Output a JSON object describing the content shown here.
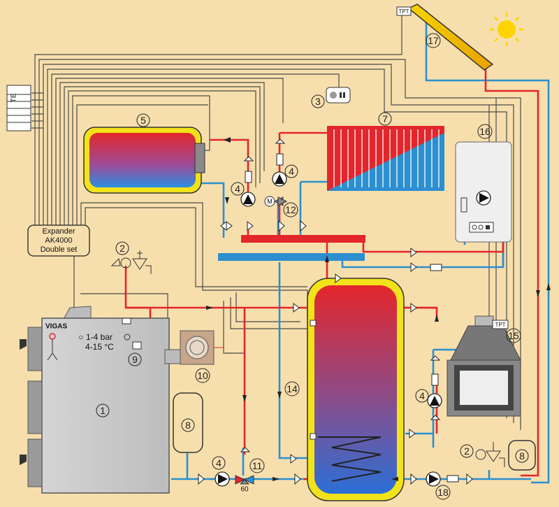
{
  "expander": {
    "line1": "Expander",
    "line2": "AK4000",
    "line3": "Double set"
  },
  "boiler": {
    "brand": "VIGAS",
    "pressure": "1-4 bar",
    "temp": "4-15 °C"
  },
  "sensor_labels": {
    "te": "TE",
    "tpt": "TPT"
  },
  "valve_label": "60",
  "motor_label": "M",
  "callouts": {
    "boiler": "1",
    "safety_group": "2",
    "room_unit": "3",
    "pump": "4",
    "dhw_tank": "5",
    "radiator": "7",
    "expansion_vessel": "8",
    "safety_valve": "9",
    "burner": "10",
    "thermostatic_valve": "11",
    "mixing_valve": "12",
    "accumulation_tank": "14",
    "fireplace": "15",
    "gas_boiler": "16",
    "solar_collector": "17",
    "solar_pump": "18"
  },
  "colors": {
    "supply": "#e3262b",
    "return": "#2b8fd0",
    "signal": "#4a4a4a",
    "background": "#f7dfad"
  }
}
